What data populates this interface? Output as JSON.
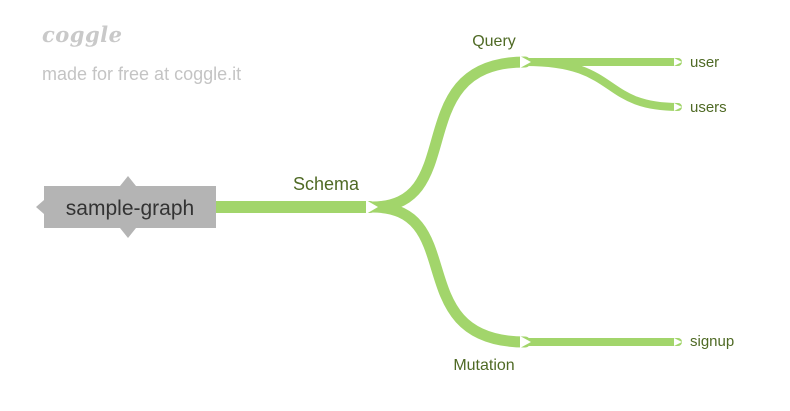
{
  "brand": {
    "logo_text": "coggle",
    "tagline": "made for free at coggle.it"
  },
  "colors": {
    "branch": "#a2d56b",
    "root_fill": "#b4b4b4",
    "label": "#4f6a25",
    "root_text": "#333333",
    "brand_text": "#c4c4c4"
  },
  "mindmap": {
    "root": {
      "label": "sample-graph"
    },
    "branches": [
      {
        "label": "Schema",
        "children": [
          {
            "label": "Query",
            "children": [
              {
                "label": "user"
              },
              {
                "label": "users"
              }
            ]
          },
          {
            "label": "Mutation",
            "children": [
              {
                "label": "signup"
              }
            ]
          }
        ]
      }
    ]
  }
}
